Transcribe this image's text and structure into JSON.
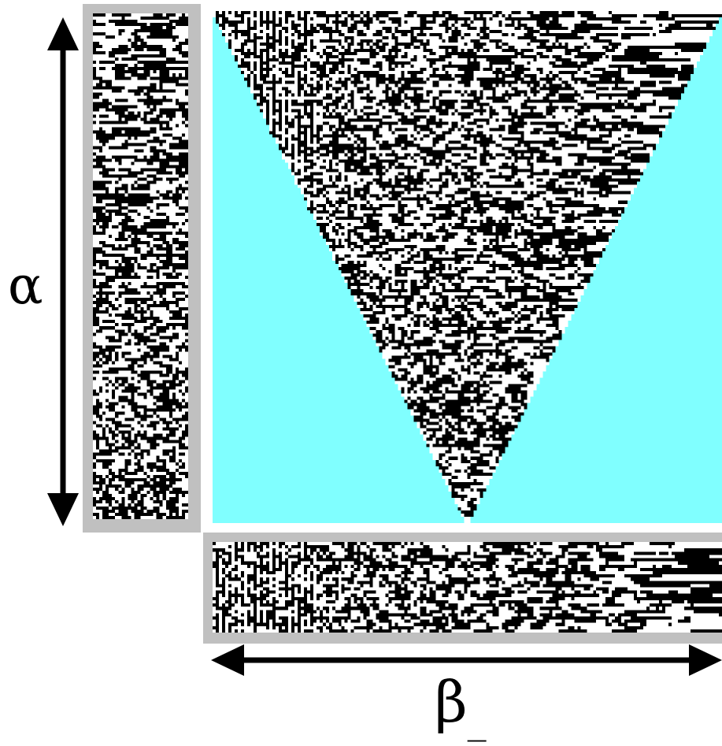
{
  "labels": {
    "alpha": "α",
    "beta": "β",
    "beta_subscript": "_"
  },
  "colors": {
    "background_region": "#80ffff",
    "cell_on": "#000000",
    "cell_off": "#ffffff",
    "panel_border": "#c0c0c0"
  },
  "icons": {
    "vertical_axis": "double-headed-arrow-vertical",
    "horizontal_axis": "double-headed-arrow-horizontal"
  }
}
